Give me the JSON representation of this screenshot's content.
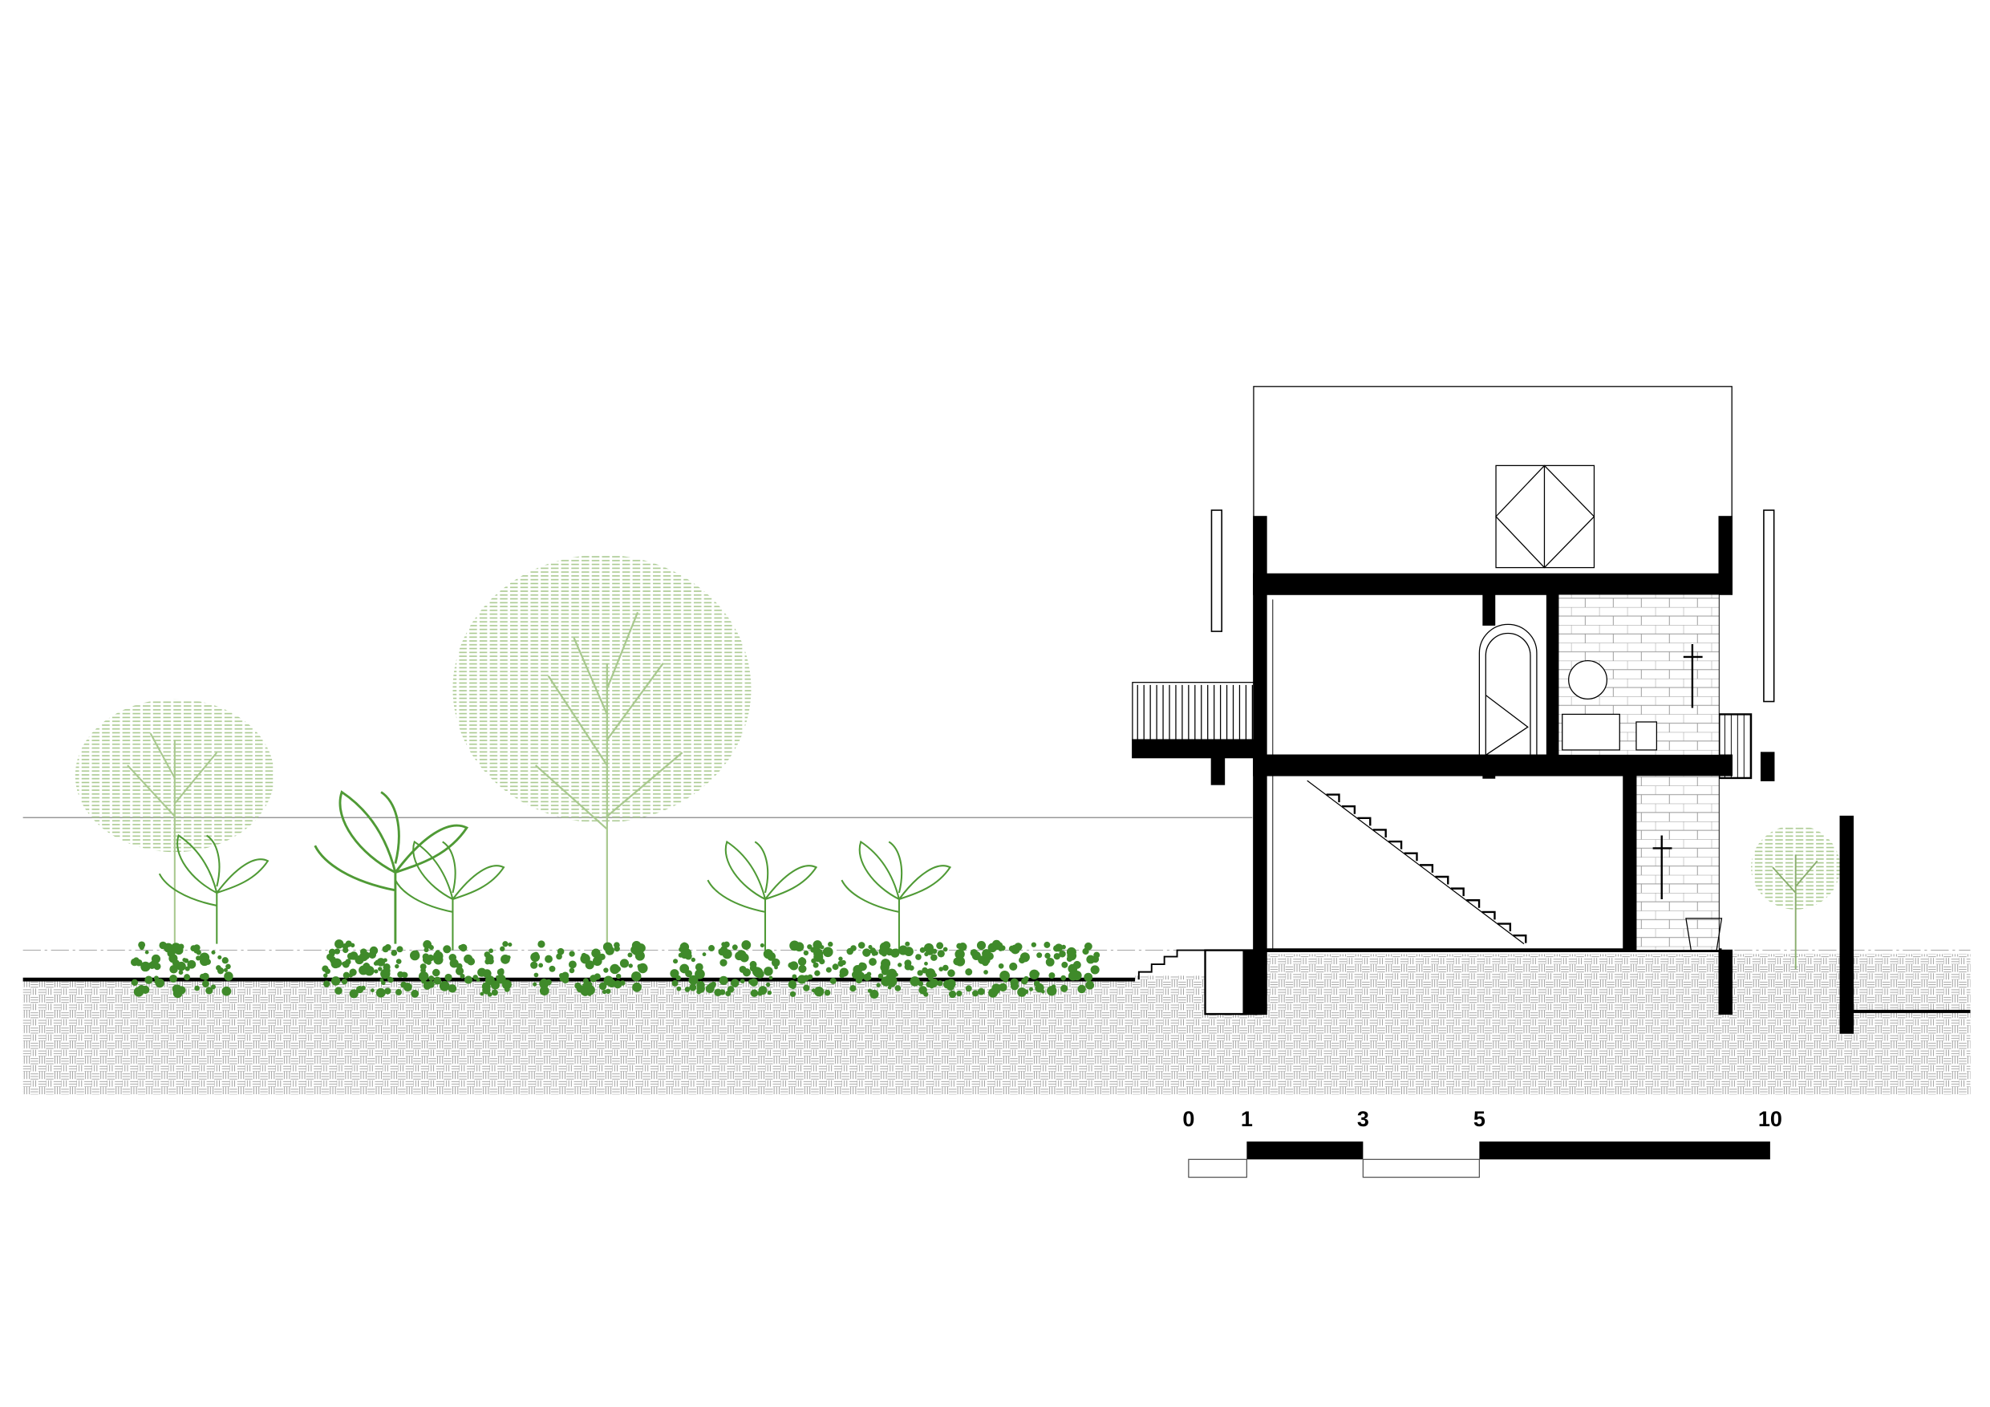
{
  "drawing": {
    "type": "architectural-section",
    "colors": {
      "line": "#000000",
      "tree_light": "#a9c98f",
      "shrub_dark": "#3f8a2a",
      "banana": "#4f9a35",
      "ground_hatch": "#8a8a8a"
    }
  },
  "scale_bar": {
    "unit": "m",
    "ticks": [
      {
        "value": 0,
        "label": "0"
      },
      {
        "value": 1,
        "label": "1"
      },
      {
        "value": 3,
        "label": "3"
      },
      {
        "value": 5,
        "label": "5"
      },
      {
        "value": 10,
        "label": "10"
      }
    ],
    "segments": [
      {
        "from": 0,
        "to": 1,
        "fill": "white"
      },
      {
        "from": 1,
        "to": 3,
        "fill": "black"
      },
      {
        "from": 3,
        "to": 5,
        "fill": "white"
      },
      {
        "from": 5,
        "to": 10,
        "fill": "black"
      }
    ]
  }
}
